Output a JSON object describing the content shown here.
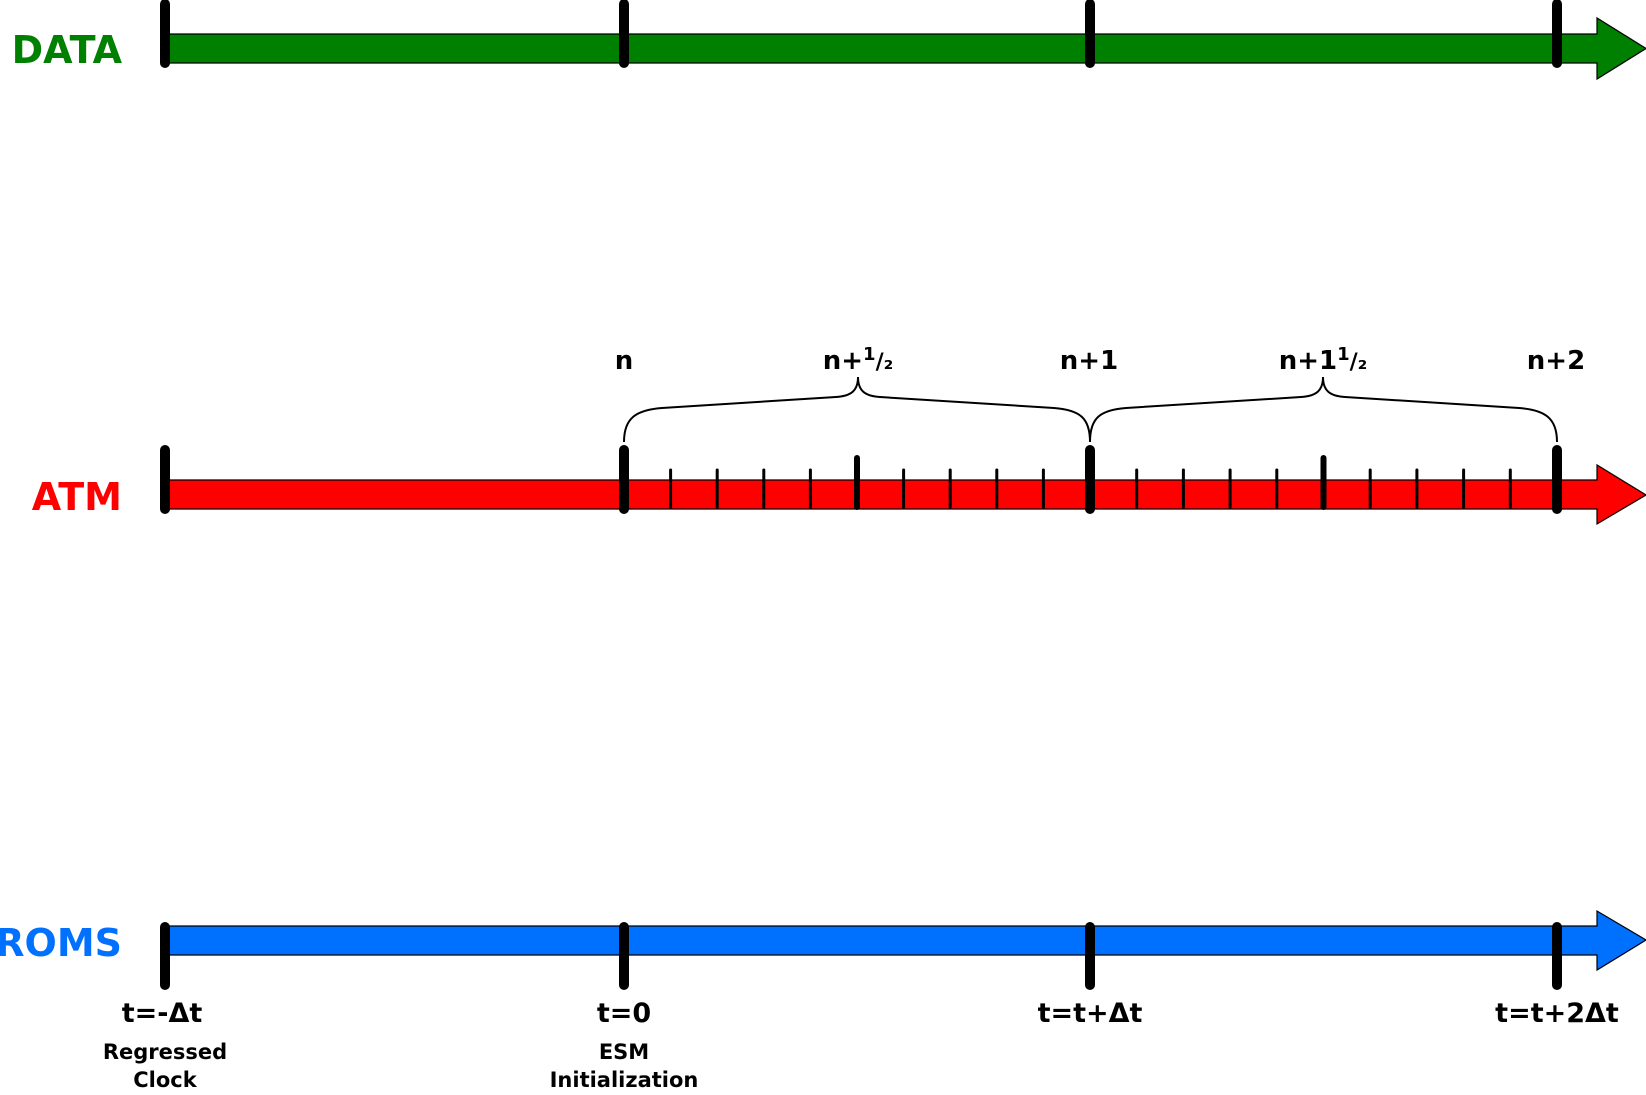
{
  "colors": {
    "data": "#008000",
    "atm": "#ff0000",
    "roms": "#0070ff",
    "tick": "#000000",
    "outline": "#000000"
  },
  "tracks": {
    "data": {
      "label": "DATA"
    },
    "atm": {
      "label": "ATM"
    },
    "roms": {
      "label": "ROMS"
    }
  },
  "atm_steps": {
    "n": "n",
    "n_half_prefix": "n+",
    "n_half_num": "1",
    "n_half_den": "/₂",
    "n1": "n+1",
    "n1_half_prefix": "n+1",
    "n1_half_num": "1",
    "n1_half_den": "/₂",
    "n2": "n+2"
  },
  "atm_substeps_per_interval": 10,
  "times": {
    "t_minus": "t=-Δt",
    "t0": "t=0",
    "t1": "t=t+Δt",
    "t2": "t=t+2Δt"
  },
  "notes": {
    "regressed_line1": "Regressed",
    "regressed_line2": "Clock",
    "esm_line1": "ESM",
    "esm_line2": "Initialization"
  }
}
